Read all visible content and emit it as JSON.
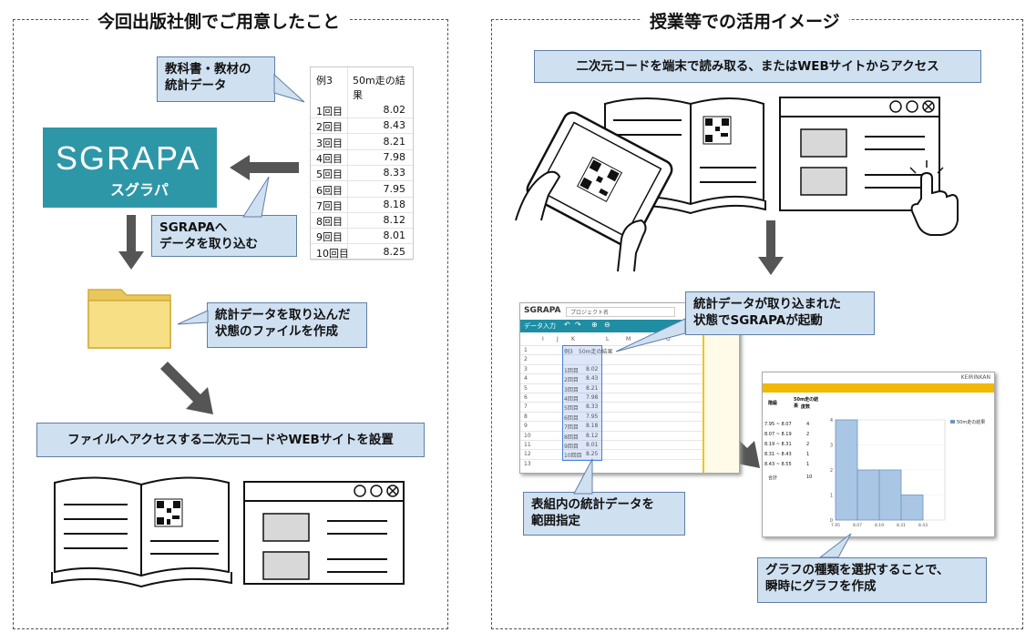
{
  "left_panel": {
    "title": "今回出版社側でご用意したこと",
    "callouts": {
      "textbook_data": [
        "教科書・教材の",
        "統計データ"
      ],
      "import_data": [
        "SGRAPAへ",
        "データを取り込む"
      ],
      "create_file": [
        "統計データを取り込んだ",
        "状態のファイルを作成"
      ],
      "place_access": "ファイルへアクセスする二次元コードやWEBサイトを設置"
    },
    "logo": {
      "main": "SGRAPA",
      "sub": "スグラパ",
      "color": "#2d97a8"
    },
    "sheet": {
      "headers": [
        "例3",
        "50m走の結果"
      ],
      "rows": [
        {
          "label": "1回目",
          "value": "8.02"
        },
        {
          "label": "2回目",
          "value": "8.43"
        },
        {
          "label": "3回目",
          "value": "8.21"
        },
        {
          "label": "4回目",
          "value": "7.98"
        },
        {
          "label": "5回目",
          "value": "8.33"
        },
        {
          "label": "6回目",
          "value": "7.95"
        },
        {
          "label": "7回目",
          "value": "8.18"
        },
        {
          "label": "8回目",
          "value": "8.12"
        },
        {
          "label": "9回目",
          "value": "8.01"
        },
        {
          "label": "10回目",
          "value": "8.25"
        }
      ]
    }
  },
  "right_panel": {
    "title": "授業等での活用イメージ",
    "callouts": {
      "read_code": "二次元コードを端末で読み取る、またはWEBサイトからアクセス",
      "launch": [
        "統計データが取り込まれた",
        "状態でSGRAPAが起動"
      ],
      "range_select": [
        "表組内の統計データを",
        "範囲指定"
      ],
      "graph_create": [
        "グラフの種類を選択することで、",
        "瞬時にグラフを作成"
      ]
    },
    "app_screen": {
      "logo": "SGRAPA",
      "project_placeholder": "プロジェクト名",
      "toolbar_label": "データ入力",
      "header_cells": [
        "例3",
        "50m走の結果"
      ],
      "col_letters": [
        "I",
        "J",
        "K",
        "L",
        "M",
        "N",
        "O"
      ],
      "rows": [
        {
          "label": "1回目",
          "value": "8.02"
        },
        {
          "label": "2回目",
          "value": "8.43"
        },
        {
          "label": "3回目",
          "value": "8.21"
        },
        {
          "label": "4回目",
          "value": "7.98"
        },
        {
          "label": "5回目",
          "value": "8.33"
        },
        {
          "label": "6回目",
          "value": "7.95"
        },
        {
          "label": "7回目",
          "value": "8.18"
        },
        {
          "label": "8回目",
          "value": "8.12"
        },
        {
          "label": "9回目",
          "value": "8.01"
        },
        {
          "label": "10回目",
          "value": "8.25"
        }
      ]
    },
    "graph_screen": {
      "brand": "KEIRINKAN",
      "table_headers": [
        "階級",
        "50m走の結果",
        "度数"
      ],
      "table_rows": [
        [
          "7.95",
          "~",
          "8.07",
          "4"
        ],
        [
          "8.07",
          "~",
          "8.19",
          "2"
        ],
        [
          "8.19",
          "~",
          "8.31",
          "2"
        ],
        [
          "8.31",
          "~",
          "8.43",
          "1"
        ],
        [
          "8.43",
          "~",
          "8.55",
          "1"
        ]
      ],
      "total_label": "合計",
      "total_value": "10",
      "legend": "50m走の結果",
      "chart_data": {
        "type": "bar",
        "categories": [
          "7.95",
          "8.07",
          "8.19",
          "8.31",
          "8.43"
        ],
        "values": [
          4,
          2,
          2,
          1,
          0
        ],
        "ylim": [
          0,
          4
        ]
      }
    }
  }
}
